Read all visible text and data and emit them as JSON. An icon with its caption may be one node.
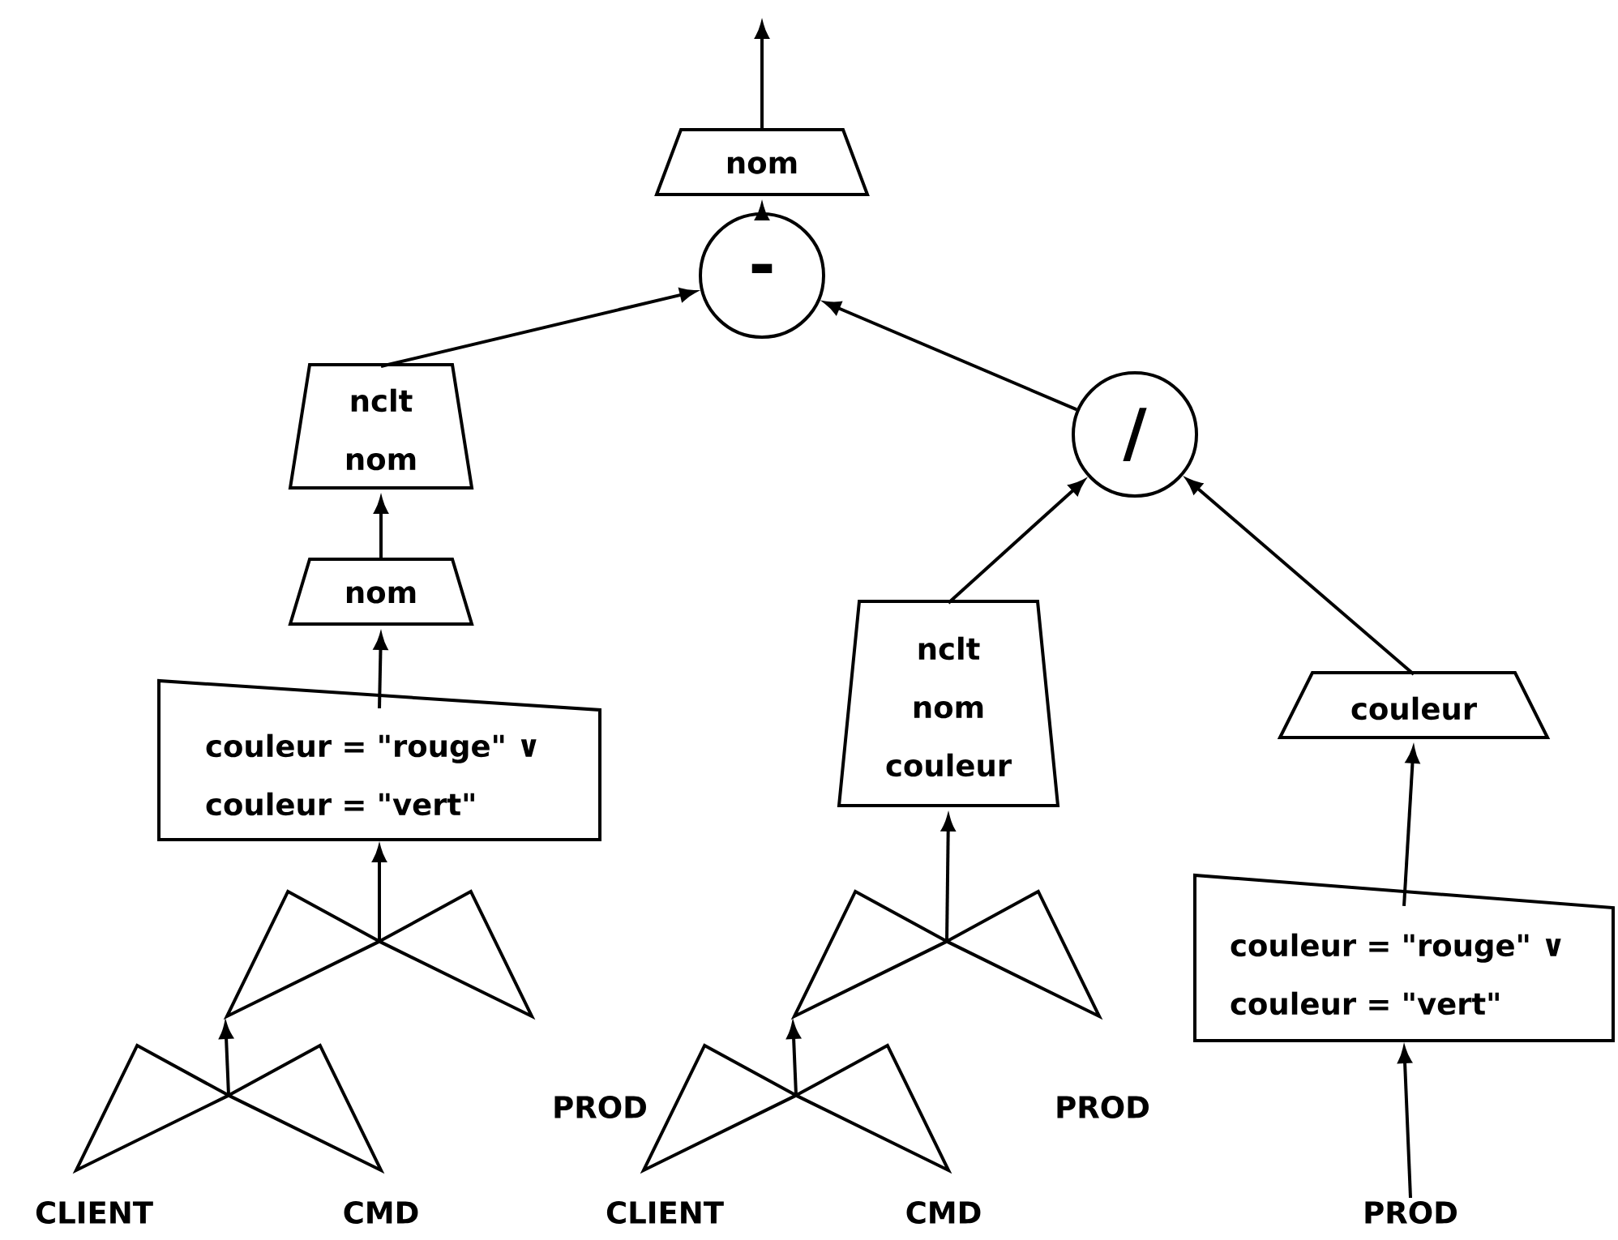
{
  "diagram": {
    "nodes": [
      {
        "text": [
          "nom"
        ]
      },
      {
        "text": [
          "-"
        ]
      },
      {
        "text": [
          "nclt nom"
        ]
      },
      {
        "text": [
          "nom"
        ]
      },
      {
        "text": [
          "couleur = \"rouge\" ∨ couleur = \"vert\""
        ]
      },
      {
        "text": [],
        "shape": "bowtie"
      },
      {
        "text": [],
        "shape": "bowtie"
      },
      {
        "text": [
          "/"
        ]
      },
      {
        "text": [
          "nclt nom couleur"
        ]
      },
      {
        "text": [
          "couleur"
        ]
      },
      {
        "text": [],
        "shape": "bowtie"
      },
      {
        "text": [],
        "shape": "bowtie"
      },
      {
        "text": [
          "couleur = \"rouge\" ∨ couleur = \"vert\""
        ]
      },
      {
        "text": [
          "PROD"
        ]
      }
    ],
    "edges": [
      {
        "from": 0,
        "to": null,
        "arrow": "to"
      },
      {
        "from": 1,
        "to": 0,
        "arrow": "to"
      },
      {
        "from": 2,
        "to": 1,
        "arrow": "to"
      },
      {
        "from": 7,
        "to": 1,
        "arrow": "to"
      },
      {
        "from": 3,
        "to": 2,
        "arrow": "to"
      },
      {
        "from": 4,
        "to": 3,
        "arrow": "to"
      },
      {
        "from": 5,
        "to": 4,
        "arrow": "to"
      },
      {
        "from": 6,
        "to": 5,
        "arrow": "to"
      },
      {
        "from": 8,
        "to": 7,
        "arrow": "to"
      },
      {
        "from": 9,
        "to": 7,
        "arrow": "to"
      },
      {
        "from": 10,
        "to": 8,
        "arrow": "to"
      },
      {
        "from": 11,
        "to": 10,
        "arrow": "to"
      },
      {
        "from": 12,
        "to": 9,
        "arrow": "to"
      },
      {
        "from": 13,
        "to": 12,
        "arrow": "to"
      }
    ],
    "labels": [
      "PROD",
      "PROD",
      "CLIENT",
      "CMD",
      "CLIENT",
      "CMD"
    ]
  }
}
